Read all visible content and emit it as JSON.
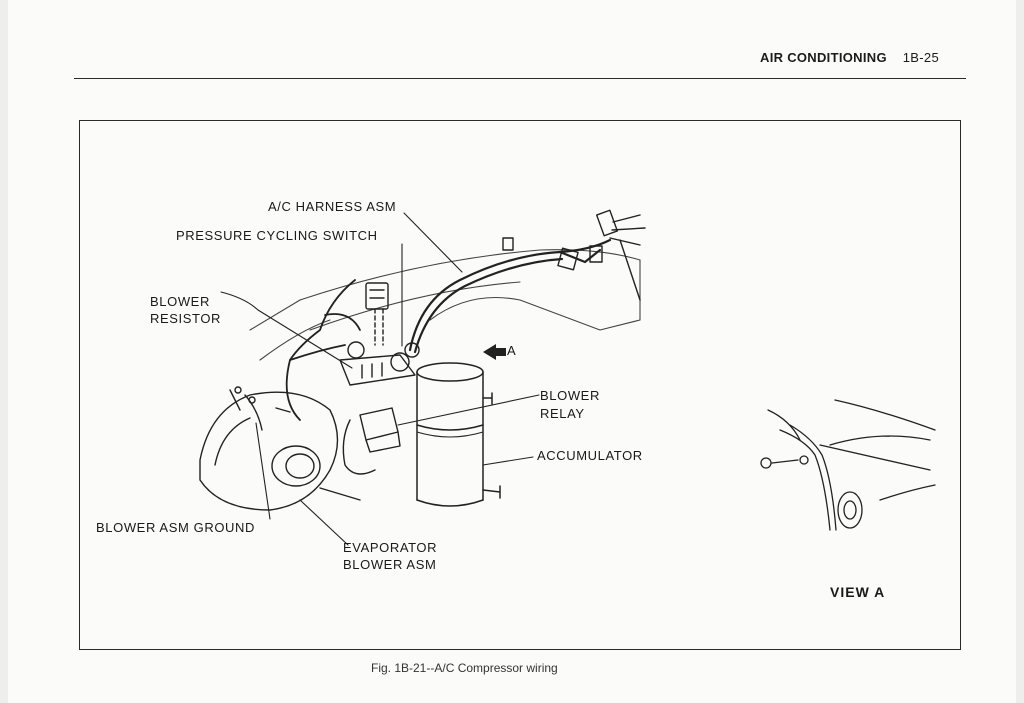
{
  "header": {
    "section": "AIR CONDITIONING",
    "page_number": "1B-25"
  },
  "labels": {
    "harness": "A/C HARNESS ASM",
    "pressure_switch": "PRESSURE CYCLING SWITCH",
    "blower_resistor_l1": "BLOWER",
    "blower_resistor_l2": "RESISTOR",
    "arrow_a": "A",
    "blower_relay_l1": "BLOWER",
    "blower_relay_l2": "RELAY",
    "accumulator": "ACCUMULATOR",
    "blower_ground": "BLOWER ASM GROUND",
    "evaporator_l1": "EVAPORATOR",
    "evaporator_l2": "BLOWER ASM",
    "view_a": "VIEW  A"
  },
  "caption": "Fig. 1B-21--A/C Compressor wiring"
}
